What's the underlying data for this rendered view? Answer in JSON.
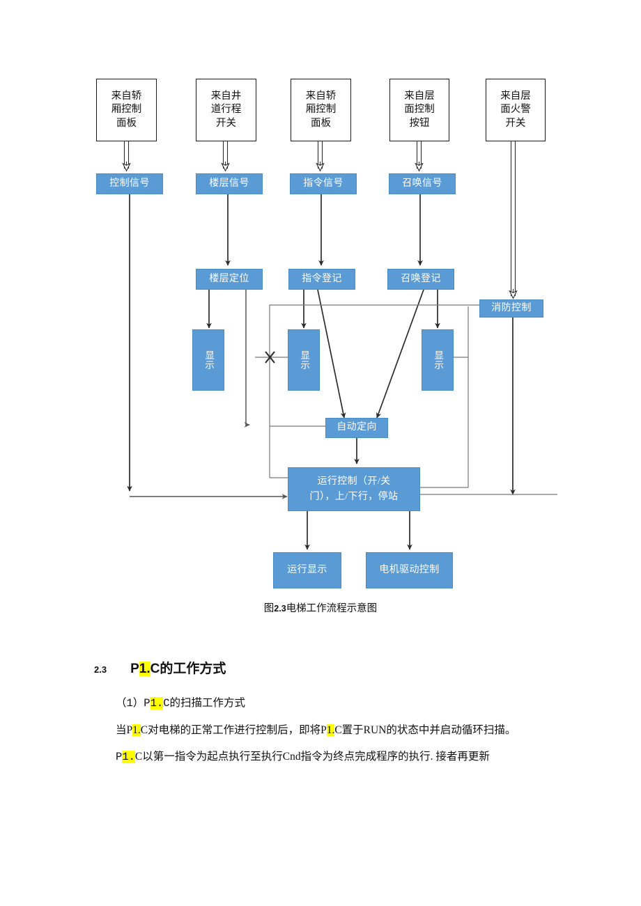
{
  "diagram": {
    "title": "电梯工作流程示意图",
    "accent_color": "#5b9bd5",
    "source_boxes": [
      {
        "id": "src-car-panel-1",
        "label": "来自轿\n厢控制\n面板"
      },
      {
        "id": "src-shaft-switch",
        "label": "来自井\n道行程\n开关"
      },
      {
        "id": "src-car-panel-2",
        "label": "来自轿\n厢控制\n面板"
      },
      {
        "id": "src-floor-button",
        "label": "来自层\n面控制\n按钮"
      },
      {
        "id": "src-fire-switch",
        "label": "来自层\n面火警\n开关"
      }
    ],
    "signal_boxes": [
      {
        "id": "sig-control",
        "label": "控制信号"
      },
      {
        "id": "sig-floor",
        "label": "楼层信号"
      },
      {
        "id": "sig-command",
        "label": "指令信号"
      },
      {
        "id": "sig-call",
        "label": "召唤信号"
      }
    ],
    "register_boxes": [
      {
        "id": "reg-floor-position",
        "label": "楼层定位"
      },
      {
        "id": "reg-command",
        "label": "指令登记"
      },
      {
        "id": "reg-call",
        "label": "召唤登记"
      }
    ],
    "fire_control": {
      "id": "fire-control",
      "label": "消防控制"
    },
    "display_boxes": [
      {
        "id": "display-floor",
        "label": "显示"
      },
      {
        "id": "display-command",
        "label": "显示"
      },
      {
        "id": "display-call",
        "label": "显示"
      }
    ],
    "auto_direction": {
      "id": "auto-direction",
      "label": "自动定向"
    },
    "run_control": {
      "id": "run-control",
      "label": "运行控制（开/关\n门），上/下行，停站"
    },
    "outputs": [
      {
        "id": "run-display",
        "label": "运行显示"
      },
      {
        "id": "motor-drive",
        "label": "电机驱动控制"
      }
    ]
  },
  "caption": {
    "prefix": "图",
    "number": "2.3",
    "text": "电梯工作流程示意图"
  },
  "section": {
    "number": "2.3",
    "title_part1": "P",
    "title_highlight": "1.",
    "title_part2": "C",
    "title_rest": "的工作方式"
  },
  "paragraphs": {
    "p1_a": "（1）P",
    "p1_hl": "1.",
    "p1_b": "C的扫描工作方式",
    "p2_a": "当P",
    "p2_hl1": "1.",
    "p2_b": "C对电梯的正常工作进行控制后，即将P",
    "p2_hl2": "1.",
    "p2_c": "C置于RUN的状态中并启动循环扫描。",
    "p3_a": "P",
    "p3_hl": "1.",
    "p3_b": "C以第一指令为起点执行至执行Cnd指令为终点完成程序的执行. 接者再更新"
  }
}
